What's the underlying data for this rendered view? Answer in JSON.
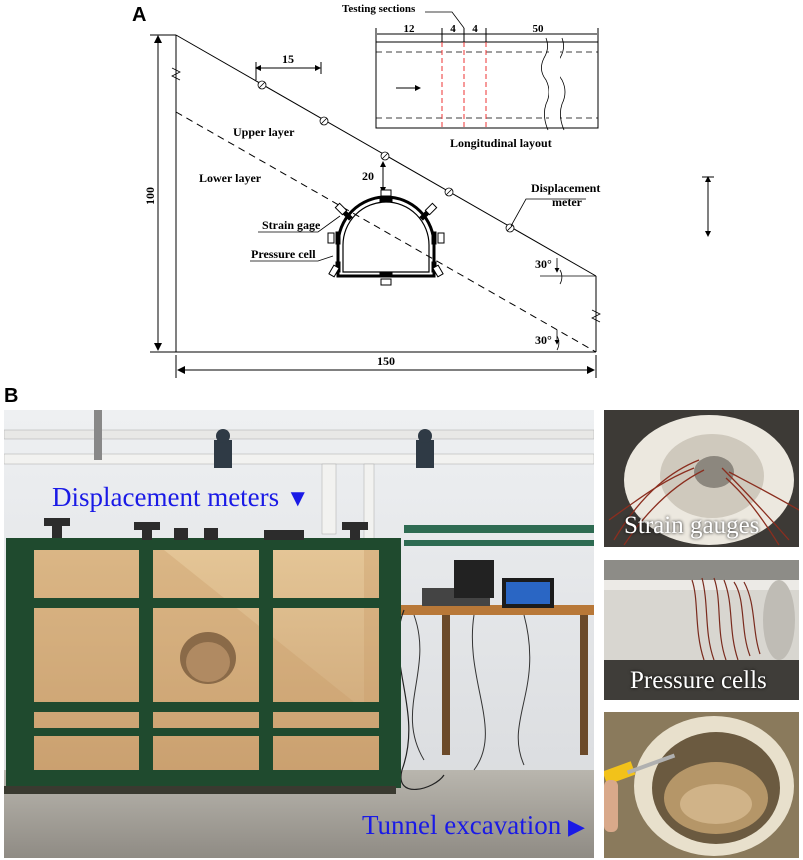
{
  "panel_a": {
    "letter": "A",
    "dims": {
      "height": "100",
      "width": "150",
      "spacing": "15",
      "cover": "20",
      "long_12": "12",
      "long_4a": "4",
      "long_4b": "4",
      "long_50": "50"
    },
    "labels": {
      "testing_sections": "Testing sections",
      "longitudinal_layout": "Longitudinal layout",
      "upper_layer": "Upper layer",
      "lower_layer": "Lower layer",
      "strain_gage": "Strain gage",
      "pressure_cell": "Pressure cell",
      "displacement_meter_1": "Displacement",
      "displacement_meter_2": "meter",
      "angle_top": "30°",
      "angle_bottom": "30°"
    }
  },
  "panel_b": {
    "letter": "B",
    "captions": {
      "displacement_meters": "Displacement meters",
      "tunnel_excavation": "Tunnel excavation",
      "strain_gauges": "Strain gauges",
      "pressure_cells": "Pressure cells"
    },
    "colors": {
      "caption_blue": "#1a1ae6",
      "frame_green": "#1f4a2e",
      "sand": "#d9b88a",
      "wire": "#7a2b1e"
    }
  }
}
